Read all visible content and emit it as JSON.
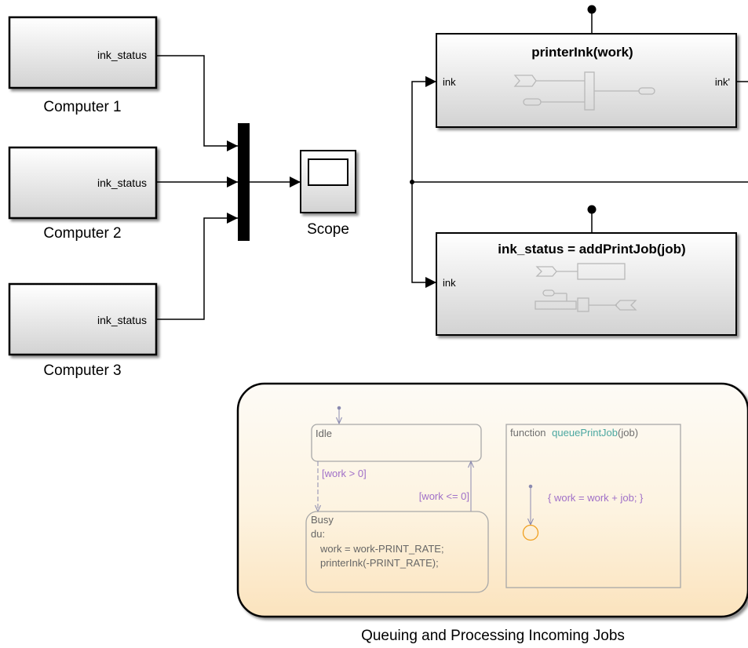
{
  "computers": [
    {
      "port": "ink_status",
      "label": "Computer 1"
    },
    {
      "port": "ink_status",
      "label": "Computer 2"
    },
    {
      "port": "ink_status",
      "label": "Computer 3"
    }
  ],
  "scope": {
    "label": "Scope"
  },
  "printer_ink_block": {
    "title": "printerInk(work)",
    "in_port": "ink",
    "out_port": "ink'"
  },
  "add_print_job_block": {
    "title": "ink_status = addPrintJob(job)",
    "in_port": "ink"
  },
  "stateflow": {
    "caption": "Queuing and Processing Incoming Jobs",
    "idle_state": {
      "name": "Idle"
    },
    "busy_state": {
      "name": "Busy",
      "action_label": "du:",
      "line1": "work = work-PRINT_RATE;",
      "line2": "printerInk(-PRINT_RATE);"
    },
    "transition_to_busy": "[work > 0]",
    "transition_to_idle": "[work <= 0]",
    "function_box": {
      "keyword": "function",
      "name": "queuePrintJob",
      "args": "(job)",
      "body": "{ work = work + job; }"
    }
  },
  "colors": {
    "block_gradient_top": "#ffffff",
    "block_gradient_bottom": "#d4d4d4",
    "stateflow_fill_top": "#fdfbf5",
    "stateflow_fill_bottom": "#fbe6c4",
    "state_text": "#6f6f6f",
    "transition_text": "#a070c8",
    "function_name": "#4aa7a0",
    "junction": "#f0a020",
    "transition_line": "#8a8ab0"
  }
}
